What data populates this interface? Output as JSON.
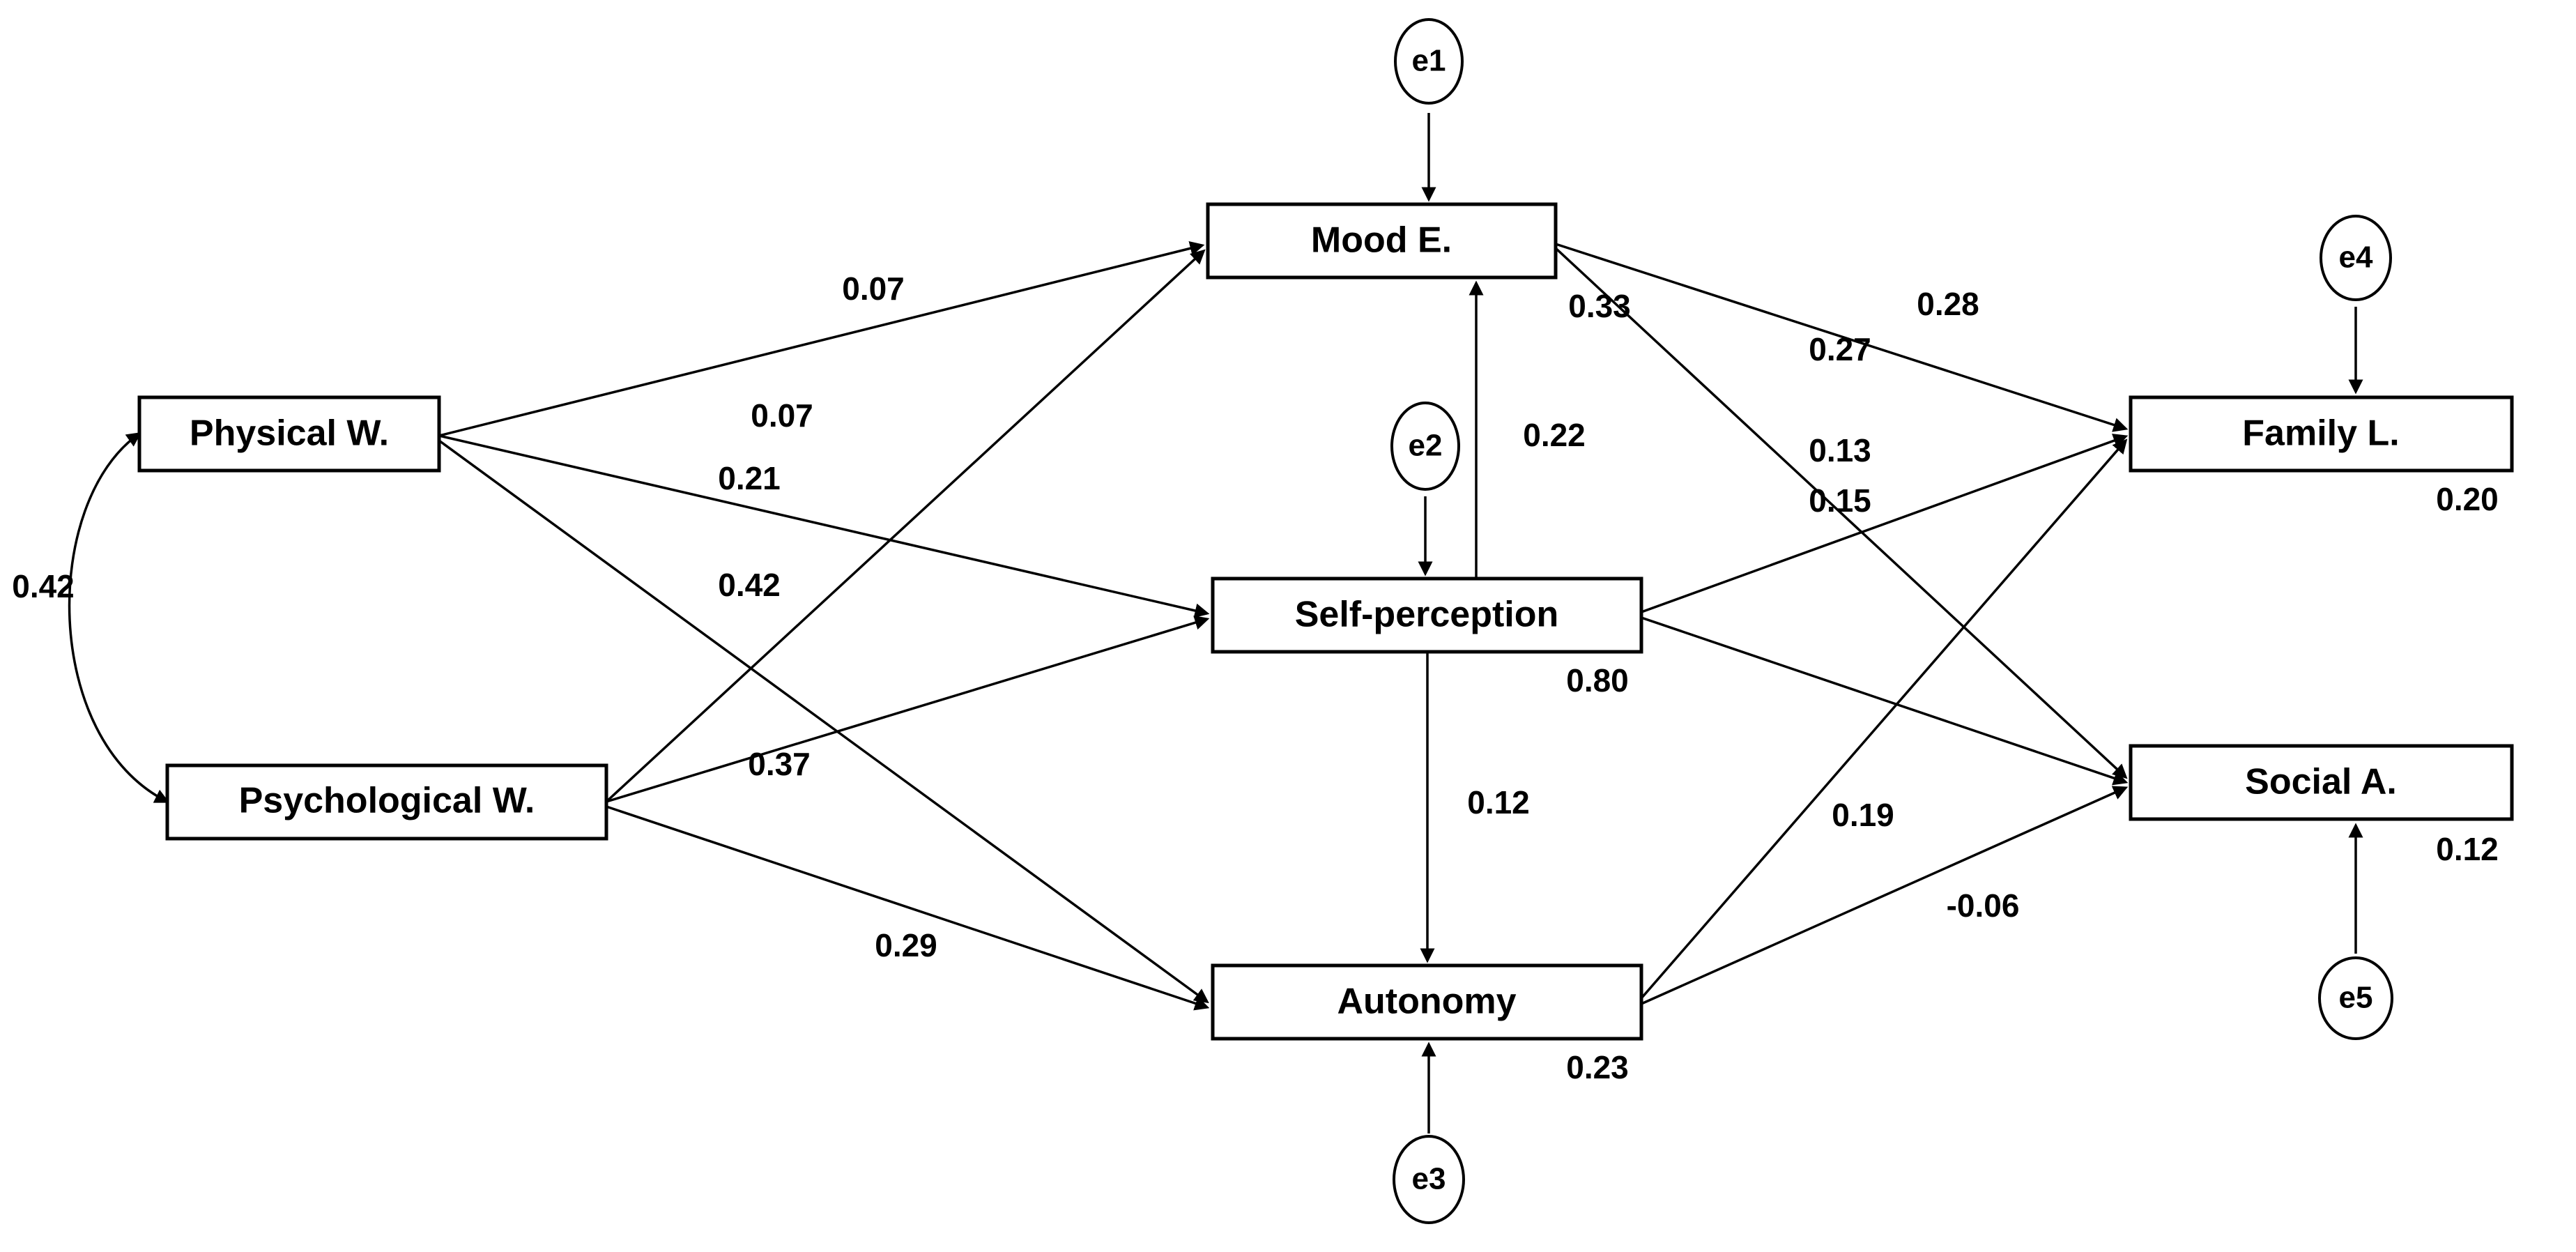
{
  "diagram": {
    "type": "path-diagram",
    "title": "",
    "nodes": {
      "physical_w": {
        "label": "Physical W.",
        "shape": "rect"
      },
      "psychological_w": {
        "label": "Psychological W.",
        "shape": "rect"
      },
      "mood_e": {
        "label": "Mood E.",
        "shape": "rect"
      },
      "self_perception": {
        "label": "Self-perception",
        "shape": "rect"
      },
      "autonomy": {
        "label": "Autonomy",
        "shape": "rect"
      },
      "family_l": {
        "label": "Family L.",
        "shape": "rect"
      },
      "social_a": {
        "label": "Social A.",
        "shape": "rect"
      },
      "e1": {
        "label": "e1",
        "shape": "ellipse"
      },
      "e2": {
        "label": "e2",
        "shape": "ellipse"
      },
      "e3": {
        "label": "e3",
        "shape": "ellipse"
      },
      "e4": {
        "label": "e4",
        "shape": "ellipse"
      },
      "e5": {
        "label": "e5",
        "shape": "ellipse"
      }
    },
    "r_squared": {
      "mood_e": "0.33",
      "self_perception": "0.80",
      "autonomy": "0.23",
      "family_l": "0.20",
      "social_a": "0.12"
    },
    "coefficients": {
      "covariance_phys_psych": "0.42",
      "phys_to_mood": "0.07",
      "phys_to_self": "0.07",
      "phys_to_autonomy": "0.21",
      "psych_to_mood": "0.42",
      "psych_to_self": "0.37",
      "psych_to_autonomy": "0.29",
      "self_to_mood": "0.22",
      "self_to_autonomy": "0.12",
      "mood_to_family": "0.28",
      "mood_to_social": "0.27",
      "self_to_family": "0.13",
      "self_to_social": "0.15",
      "autonomy_to_family": "0.19",
      "autonomy_to_social": "-0.06"
    }
  },
  "chart_data": {
    "type": "diagram",
    "title": "Structural equation model path diagram",
    "nodes": [
      {
        "id": "physical_w",
        "label": "Physical W.",
        "shape": "rect",
        "column": "exogenous"
      },
      {
        "id": "psychological_w",
        "label": "Psychological W.",
        "shape": "rect",
        "column": "exogenous"
      },
      {
        "id": "mood_e",
        "label": "Mood E.",
        "shape": "rect",
        "column": "mediator",
        "r2": 0.33,
        "error": "e1"
      },
      {
        "id": "self_perception",
        "label": "Self-perception",
        "shape": "rect",
        "column": "mediator",
        "r2": 0.8,
        "error": "e2"
      },
      {
        "id": "autonomy",
        "label": "Autonomy",
        "shape": "rect",
        "column": "mediator",
        "r2": 0.23,
        "error": "e3"
      },
      {
        "id": "family_l",
        "label": "Family L.",
        "shape": "rect",
        "column": "outcome",
        "r2": 0.2,
        "error": "e4"
      },
      {
        "id": "social_a",
        "label": "Social A.",
        "shape": "rect",
        "column": "outcome",
        "r2": 0.12,
        "error": "e5"
      },
      {
        "id": "e1",
        "label": "e1",
        "shape": "ellipse"
      },
      {
        "id": "e2",
        "label": "e2",
        "shape": "ellipse"
      },
      {
        "id": "e3",
        "label": "e3",
        "shape": "ellipse"
      },
      {
        "id": "e4",
        "label": "e4",
        "shape": "ellipse"
      },
      {
        "id": "e5",
        "label": "e5",
        "shape": "ellipse"
      }
    ],
    "edges": [
      {
        "from": "physical_w",
        "to": "psychological_w",
        "value": 0.42,
        "label": "0.42",
        "style": "double-headed-curve"
      },
      {
        "from": "physical_w",
        "to": "mood_e",
        "value": 0.07,
        "label": "0.07",
        "style": "directed"
      },
      {
        "from": "physical_w",
        "to": "self_perception",
        "value": 0.07,
        "label": "0.07",
        "style": "directed"
      },
      {
        "from": "physical_w",
        "to": "autonomy",
        "value": 0.21,
        "label": "0.21",
        "style": "directed"
      },
      {
        "from": "psychological_w",
        "to": "mood_e",
        "value": 0.42,
        "label": "0.42",
        "style": "directed"
      },
      {
        "from": "psychological_w",
        "to": "self_perception",
        "value": 0.37,
        "label": "0.37",
        "style": "directed"
      },
      {
        "from": "psychological_w",
        "to": "autonomy",
        "value": 0.29,
        "label": "0.29",
        "style": "directed"
      },
      {
        "from": "self_perception",
        "to": "mood_e",
        "value": 0.22,
        "label": "0.22",
        "style": "directed"
      },
      {
        "from": "self_perception",
        "to": "autonomy",
        "value": 0.12,
        "label": "0.12",
        "style": "directed"
      },
      {
        "from": "mood_e",
        "to": "family_l",
        "value": 0.28,
        "label": "0.28",
        "style": "directed"
      },
      {
        "from": "mood_e",
        "to": "social_a",
        "value": 0.27,
        "label": "0.27",
        "style": "directed"
      },
      {
        "from": "self_perception",
        "to": "family_l",
        "value": 0.13,
        "label": "0.13",
        "style": "directed"
      },
      {
        "from": "self_perception",
        "to": "social_a",
        "value": 0.15,
        "label": "0.15",
        "style": "directed"
      },
      {
        "from": "autonomy",
        "to": "family_l",
        "value": 0.19,
        "label": "0.19",
        "style": "directed"
      },
      {
        "from": "autonomy",
        "to": "social_a",
        "value": -0.06,
        "label": "-0.06",
        "style": "directed"
      },
      {
        "from": "e1",
        "to": "mood_e",
        "label": "",
        "style": "directed"
      },
      {
        "from": "e2",
        "to": "self_perception",
        "label": "",
        "style": "directed"
      },
      {
        "from": "e3",
        "to": "autonomy",
        "label": "",
        "style": "directed"
      },
      {
        "from": "e4",
        "to": "family_l",
        "label": "",
        "style": "directed"
      },
      {
        "from": "e5",
        "to": "social_a",
        "label": "",
        "style": "directed"
      }
    ],
    "colors": {
      "stroke": "#000000",
      "fill": "#ffffff",
      "text": "#000000"
    }
  }
}
